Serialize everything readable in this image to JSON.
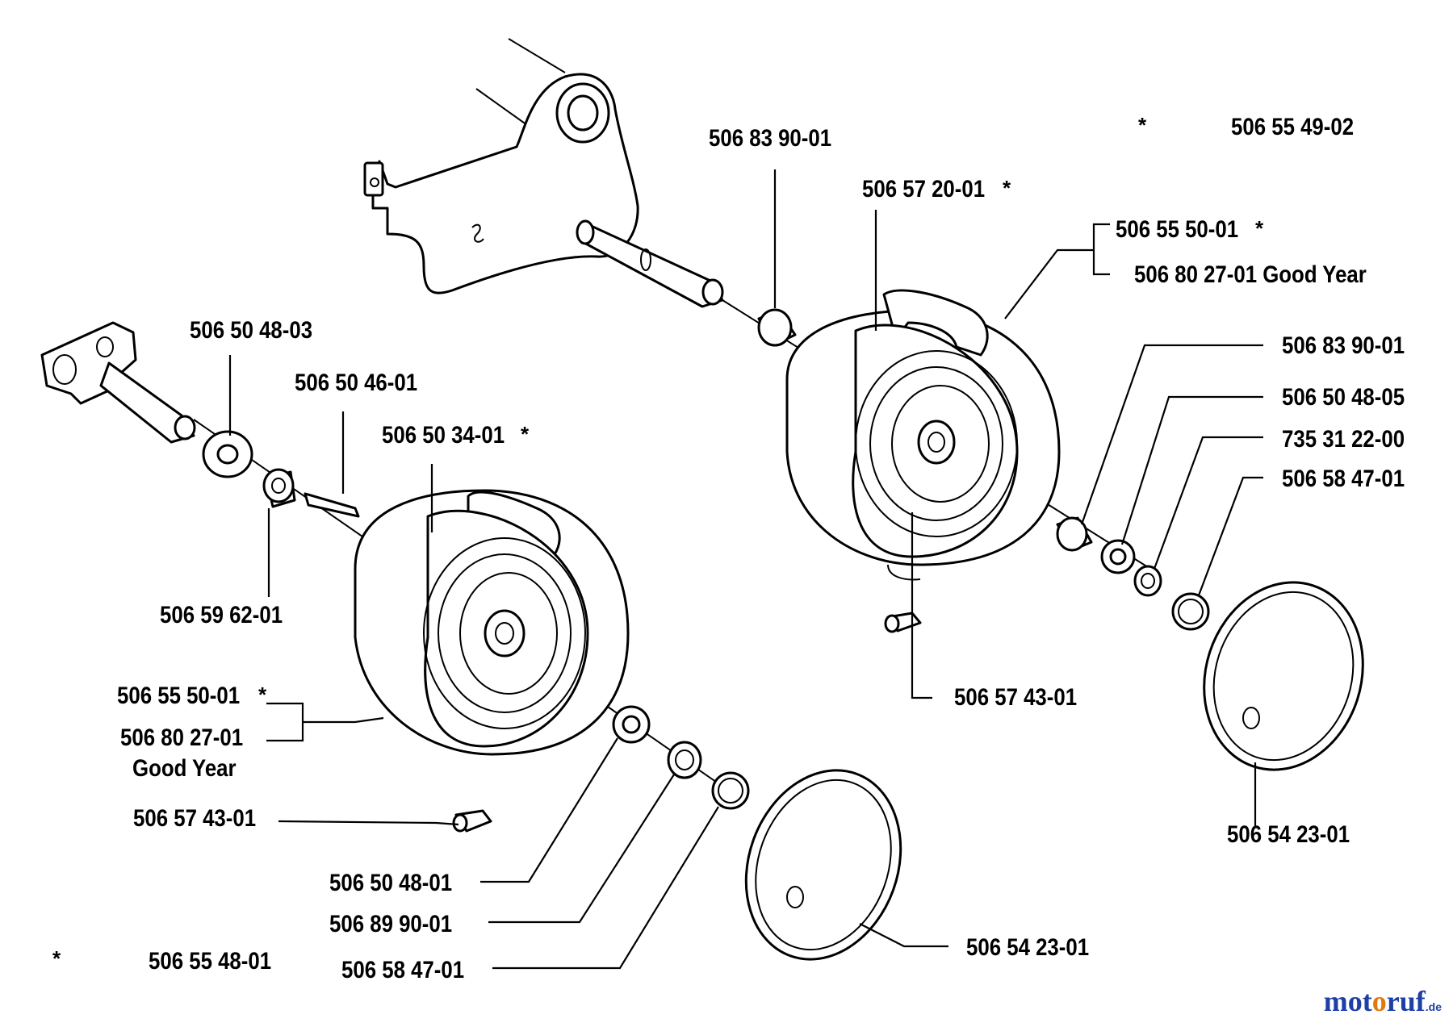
{
  "labels": {
    "p_506_65_49_02": "506 55 49-02",
    "p_506_83_90_01_top": "506 83 90-01",
    "p_506_57_20_01": "506 57 20-01",
    "p_506_55_50_01_right": "506 55 50-01",
    "p_506_80_27_01_right": "506 80 27-01 Good Year",
    "p_506_83_90_01_right": "506 83 90-01",
    "p_506_50_48_05": "506 50 48-05",
    "p_735_31_22_00": "735 31 22-00",
    "p_506_58_47_01_right": "506 58 47-01",
    "p_506_57_43_01_right": "506 57 43-01",
    "p_506_54_23_01_right": "506 54 23-01",
    "p_506_50_48_03": "506 50 48-03",
    "p_506_50_46_01": "506 50 46-01",
    "p_506_50_34_01": "506 50 34-01",
    "p_506_59_62_01": "506 59 62-01",
    "p_506_55_50_01_left": "506 55 50-01",
    "p_506_80_27_01_left": "506 80 27-01",
    "good_year_left": "Good Year",
    "p_506_57_43_01_left": "506 57 43-01",
    "p_506_50_48_01": "506 50 48-01",
    "p_506_89_90_01": "506 89 90-01",
    "p_506_58_47_01_left": "506 58 47-01",
    "p_506_54_23_01_left": "506 54 23-01",
    "p_506_55_48_01": "506 55 48-01"
  },
  "asterisk": "*",
  "brand": {
    "part1": "mot",
    "part2": "o",
    "part3": "ruf",
    "tld": ".de"
  },
  "colors": {
    "line": "#000000",
    "brand_blue": "#1e3fa8",
    "brand_orange": "#e07a10"
  }
}
